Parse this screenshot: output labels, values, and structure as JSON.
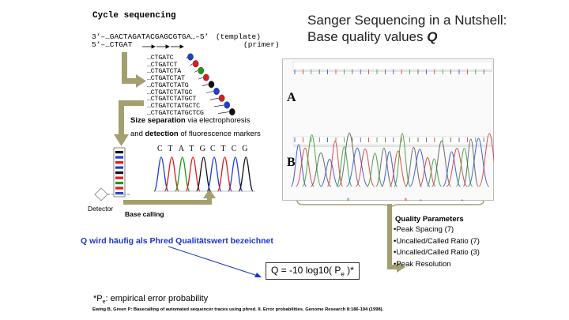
{
  "headings": {
    "left": "Cycle sequencing",
    "title_line1": "Sanger Sequencing in a Nutshell:",
    "title_line2_prefix": "Base quality values ",
    "title_line2_symbol": "Q"
  },
  "strands": {
    "template_seq": "3’–…GACTAGATACGAGCGTGA…–5’",
    "template_label": "(template)",
    "primer_seq": "5’–…CTGAT",
    "primer_label": "(primer)"
  },
  "fragments": [
    "…CTGATC",
    "…CTGATCT",
    "…CTGATCTA",
    "…CTGATCTAT",
    "…CTGATCTATG",
    "…CTGATCTATGC",
    "…CTGATCTATGCT",
    "…CTGATCTATGCTC",
    "…CTGATCTATGCTCG"
  ],
  "separation": {
    "line1_bold": "Size separation",
    "line1_rest": " via electrophoresis",
    "line2_start": "and ",
    "line2_bold": "detection",
    "line2_rest": " of fluorescence markers"
  },
  "called_bases": [
    "C",
    "T",
    "A",
    "T",
    "G",
    "C",
    "T",
    "C",
    "G"
  ],
  "detector_label": "Detector",
  "base_calling_label": "Base calling",
  "trace_labels": {
    "a": "A",
    "b": "B"
  },
  "quality": {
    "heading": "Quality Parameters",
    "items": [
      "•Peak Spacing (7)",
      "•Uncalled/Called Ratio (7)",
      "•Uncalled/Called Ratio (3)",
      "•Peak Resolution"
    ]
  },
  "phred_note": "Q wird häufig als Phred Qualitätswert bezeichnet",
  "formula": {
    "prefix": "Q = -10 log10( P",
    "subscript": "e",
    "suffix": " )*"
  },
  "footnote": {
    "prefix": "*P",
    "subscript": "e",
    "suffix": ": empirical error probability"
  },
  "reference": "Ewing B, Green P: Basecalling of automated sequencer traces using phred. II. Error probabilities. Genome Research 8:186-194 (1998).",
  "colors": {
    "arrow": "#a39f6e",
    "blue_text": "#1a35c8",
    "dye_C": "#1f3fd0",
    "dye_T": "#e01b1b",
    "dye_A": "#1a9a1a",
    "dye_G": "#111111"
  }
}
